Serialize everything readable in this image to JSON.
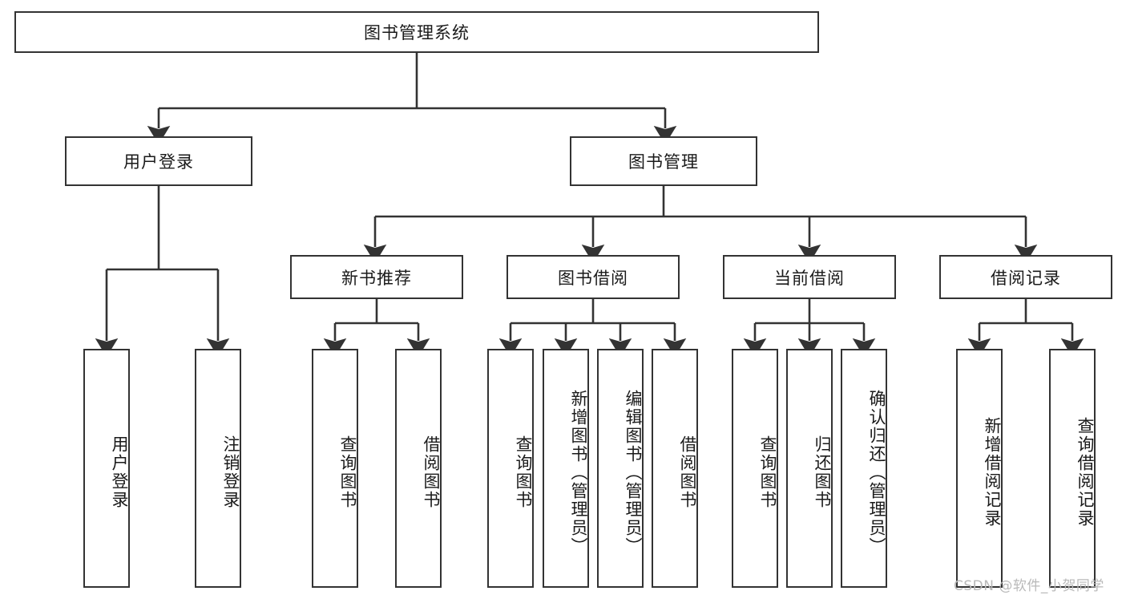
{
  "diagram": {
    "title": "图书管理系统",
    "type": "tree-hierarchy",
    "watermark": "CSDN @软件_小贺同学",
    "colors": {
      "stroke": "#333333",
      "fill": "#ffffff",
      "text": "#1a1a1a",
      "watermark": "#b9b9b9"
    },
    "root": {
      "label": "图书管理系统"
    },
    "level2": [
      {
        "label": "用户登录"
      },
      {
        "label": "图书管理"
      }
    ],
    "level3": [
      {
        "label": "新书推荐"
      },
      {
        "label": "图书借阅"
      },
      {
        "label": "当前借阅"
      },
      {
        "label": "借阅记录"
      }
    ],
    "leaves": {
      "user_login": [
        {
          "label": "用户登录"
        },
        {
          "label": "注销登录"
        }
      ],
      "new_book": [
        {
          "label": "查询图书"
        },
        {
          "label": "借阅图书"
        }
      ],
      "book_borrow": [
        {
          "label": "查询图书"
        },
        {
          "label": "新增图书（管理员）"
        },
        {
          "label": "编辑图书（管理员）"
        },
        {
          "label": "借阅图书"
        }
      ],
      "current_borrow": [
        {
          "label": "查询图书"
        },
        {
          "label": "归还图书"
        },
        {
          "label": "确认归还（管理员）"
        }
      ],
      "borrow_record": [
        {
          "label": "新增借阅记录"
        },
        {
          "label": "查询借阅记录"
        }
      ]
    }
  }
}
